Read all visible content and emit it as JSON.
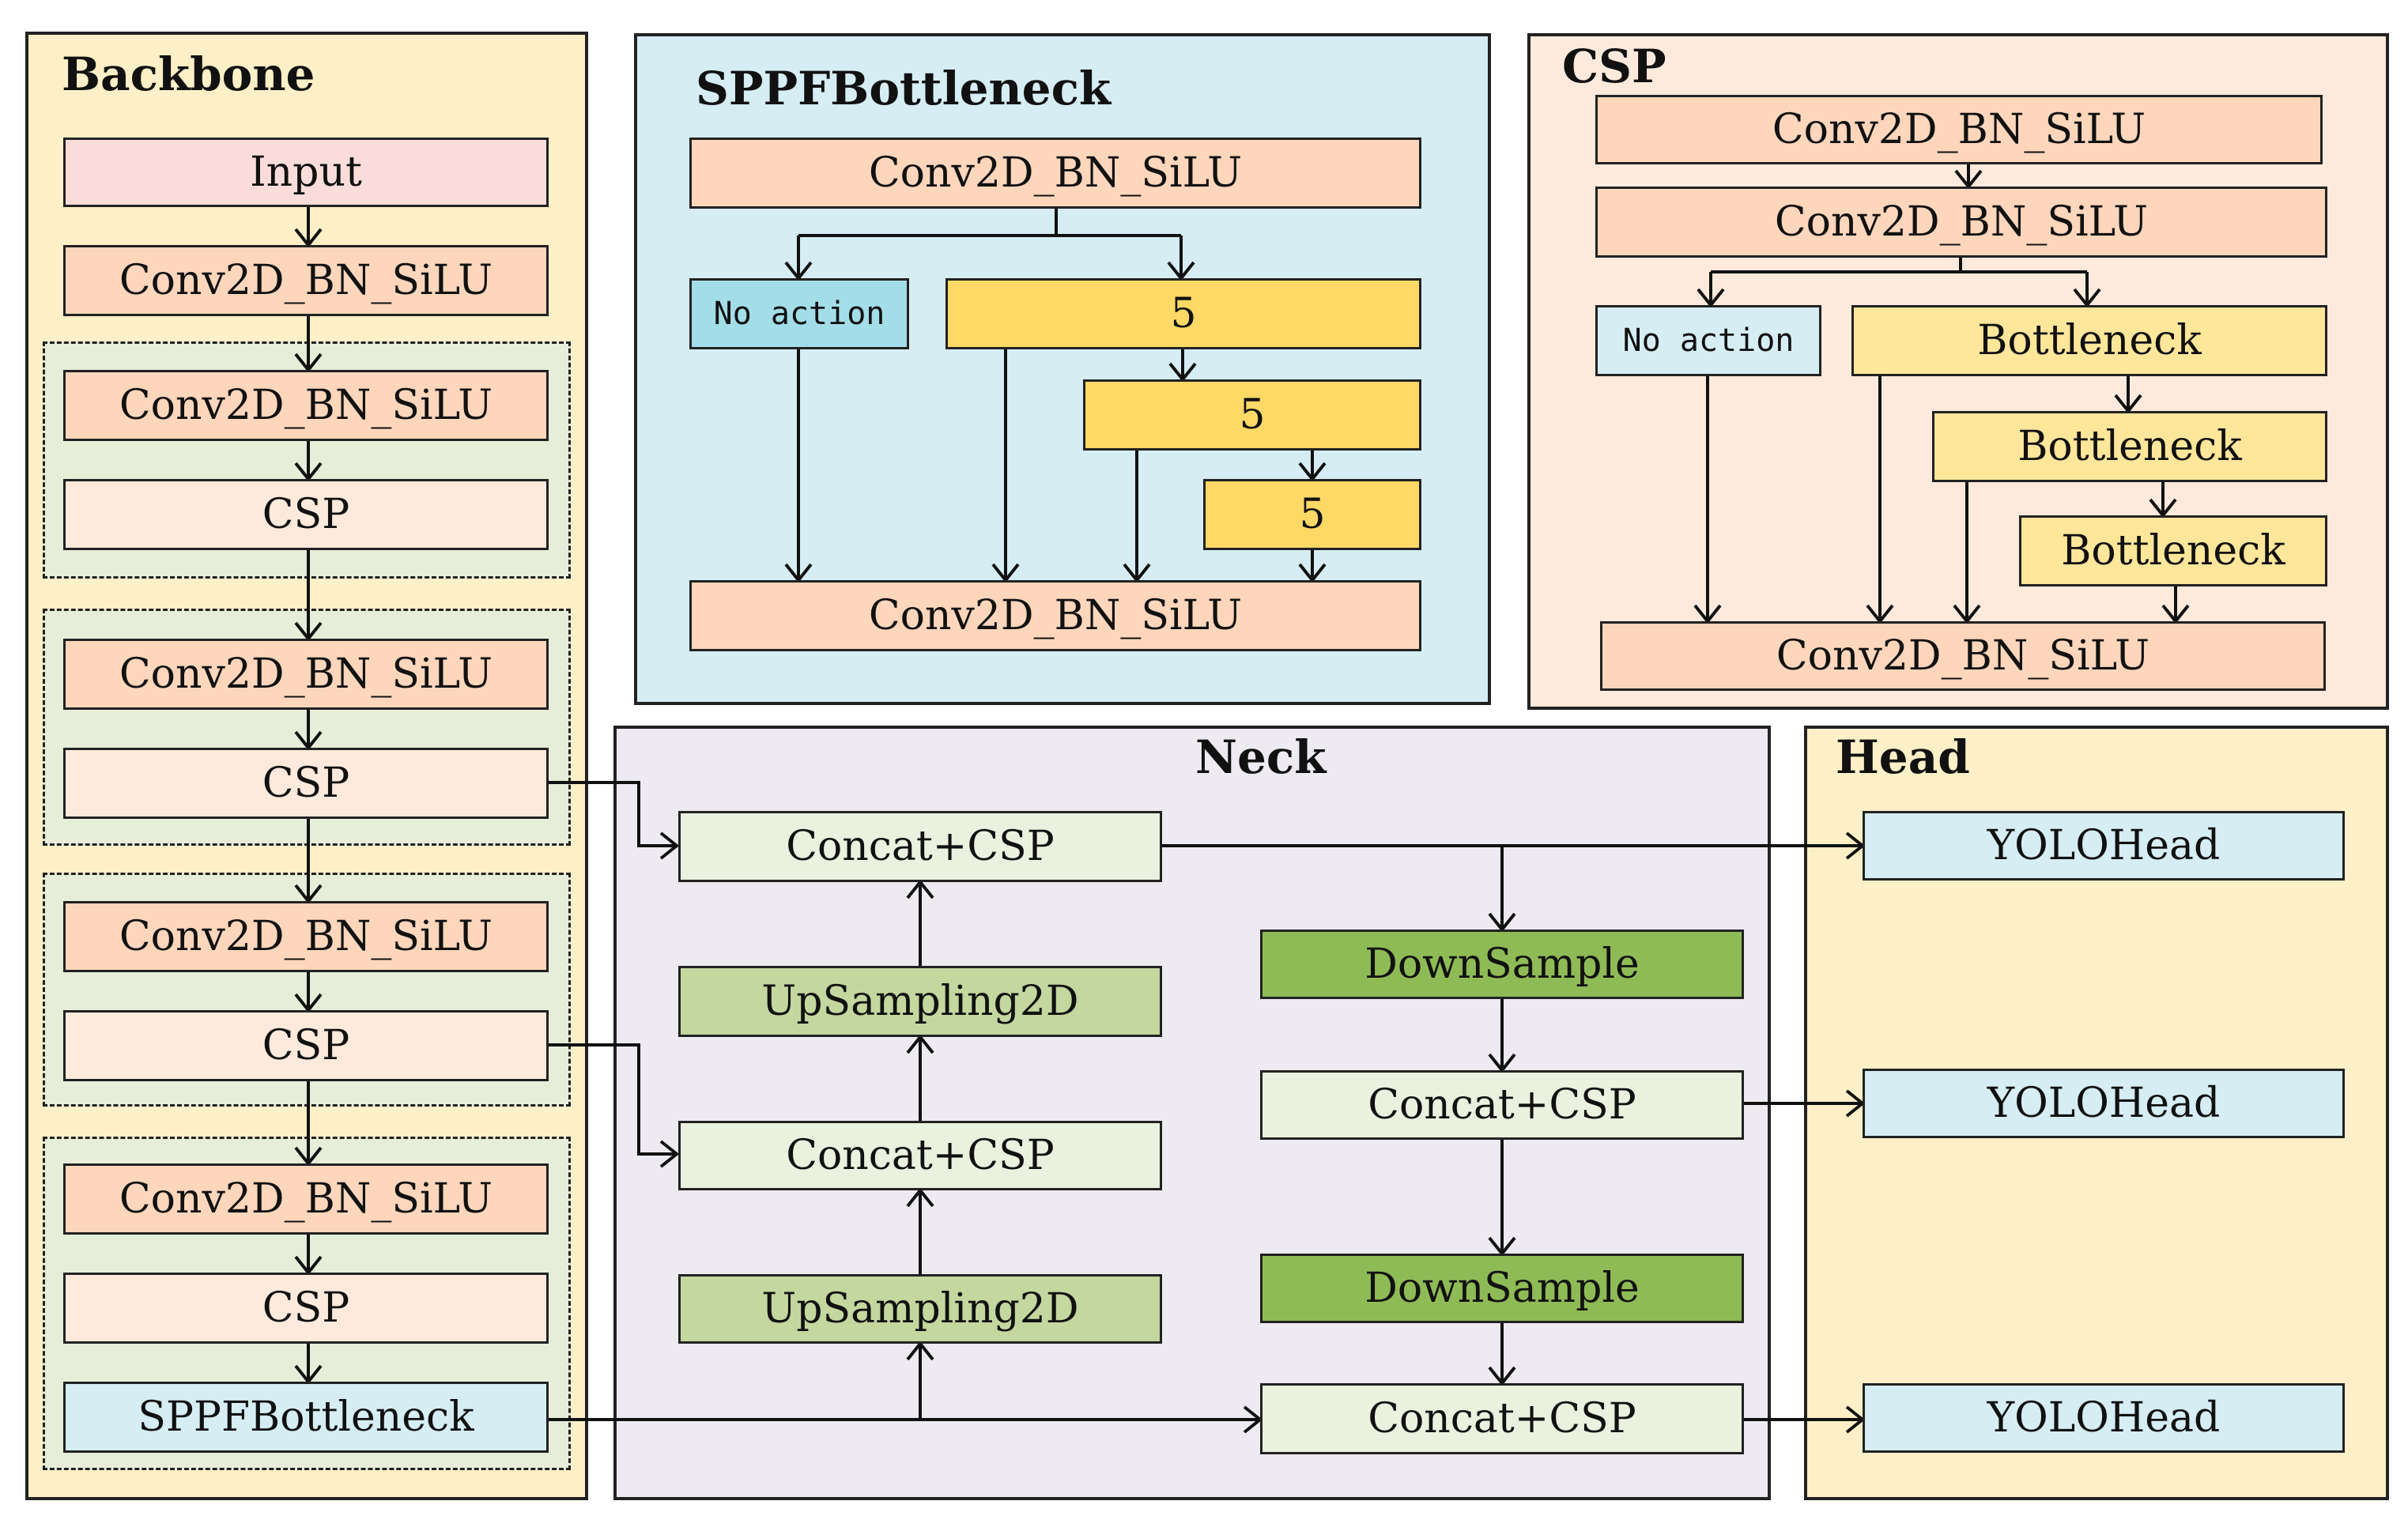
{
  "colors": {
    "backbone_bg": "#fdefc7",
    "sppf_bg": "#d5edf3",
    "csp_bg": "#fdeadc",
    "neck_bg": "#eeeaf1",
    "head_bg": "#fdefc7",
    "group_bg": "#e6eed9",
    "input": "#fadddb",
    "conv": "#fdd6bc",
    "csp_block": "#fdeadc",
    "sppf_block": "#d5edf3",
    "pool": "#fed966",
    "bottleneck": "#fee69a",
    "noaction": "#a3dde8",
    "noaction_light": "#d5edf3",
    "concat": "#ebf1df",
    "upsample": "#c3d79f",
    "downsample": "#8fbb56",
    "yolohead": "#d5edf3",
    "line": "#111111"
  },
  "backbone": {
    "title": "Backbone",
    "input": "Input",
    "conv0": "Conv2D_BN_SiLU",
    "conv1": "Conv2D_BN_SiLU",
    "csp1": "CSP",
    "conv2": "Conv2D_BN_SiLU",
    "csp2": "CSP",
    "conv3": "Conv2D_BN_SiLU",
    "csp3": "CSP",
    "conv4": "Conv2D_BN_SiLU",
    "csp4": "CSP",
    "sppf": "SPPFBottleneck"
  },
  "sppf_panel": {
    "title": "SPPFBottleneck",
    "conv_top": "Conv2D_BN_SiLU",
    "no_action": "No action",
    "pool1": "5",
    "pool2": "5",
    "pool3": "5",
    "conv_bottom": "Conv2D_BN_SiLU"
  },
  "csp_panel": {
    "title": "CSP",
    "conv_a": "Conv2D_BN_SiLU",
    "conv_b": "Conv2D_BN_SiLU",
    "no_action": "No action",
    "bottleneck1": "Bottleneck",
    "bottleneck2": "Bottleneck",
    "bottleneck3": "Bottleneck",
    "conv_out": "Conv2D_BN_SiLU"
  },
  "neck": {
    "title": "Neck",
    "concat_top": "Concat+CSP",
    "upsample_top": "UpSampling2D",
    "concat_mid": "Concat+CSP",
    "upsample_bottom": "UpSampling2D",
    "downsample1": "DownSample",
    "concat_right_mid": "Concat+CSP",
    "downsample2": "DownSample",
    "concat_right_bottom": "Concat+CSP"
  },
  "head": {
    "title": "Head",
    "head1": "YOLOHead",
    "head2": "YOLOHead",
    "head3": "YOLOHead"
  }
}
